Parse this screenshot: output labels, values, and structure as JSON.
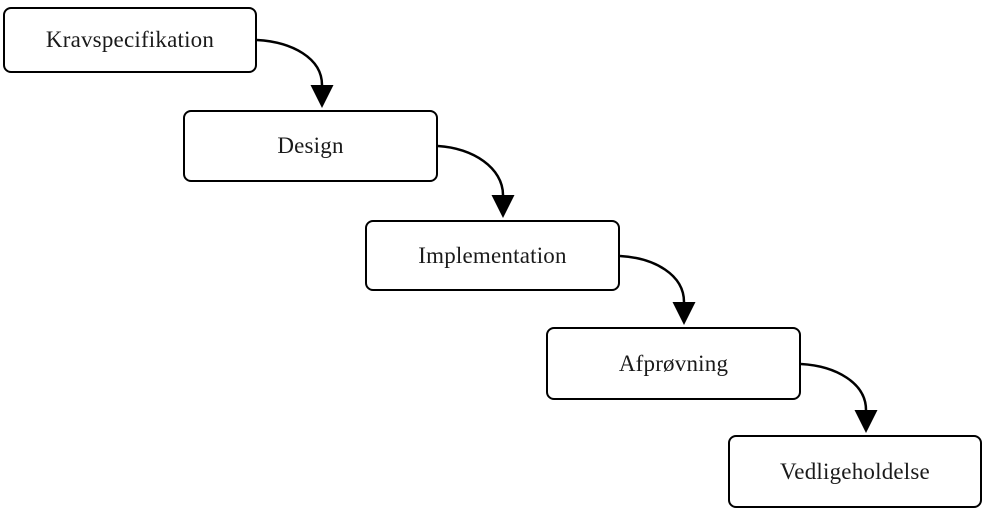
{
  "diagram": {
    "nodes": [
      {
        "id": "kravspecifikation",
        "label": "Kravspecifikation"
      },
      {
        "id": "design",
        "label": "Design"
      },
      {
        "id": "implementation",
        "label": "Implementation"
      },
      {
        "id": "afprovning",
        "label": "Afprøvning"
      },
      {
        "id": "vedligeholdelse",
        "label": "Vedligeholdelse"
      }
    ],
    "edges": [
      {
        "from": "Kravspecifikation",
        "to": "Design"
      },
      {
        "from": "Design",
        "to": "Implementation"
      },
      {
        "from": "Implementation",
        "to": "Afprøvning"
      },
      {
        "from": "Afprøvning",
        "to": "Vedligeholdelse"
      }
    ],
    "colors": {
      "background": "#ffffff",
      "node_fill": "#ffffff",
      "node_border": "#000000",
      "arrow": "#000000",
      "text": "#1a1a1a"
    }
  }
}
